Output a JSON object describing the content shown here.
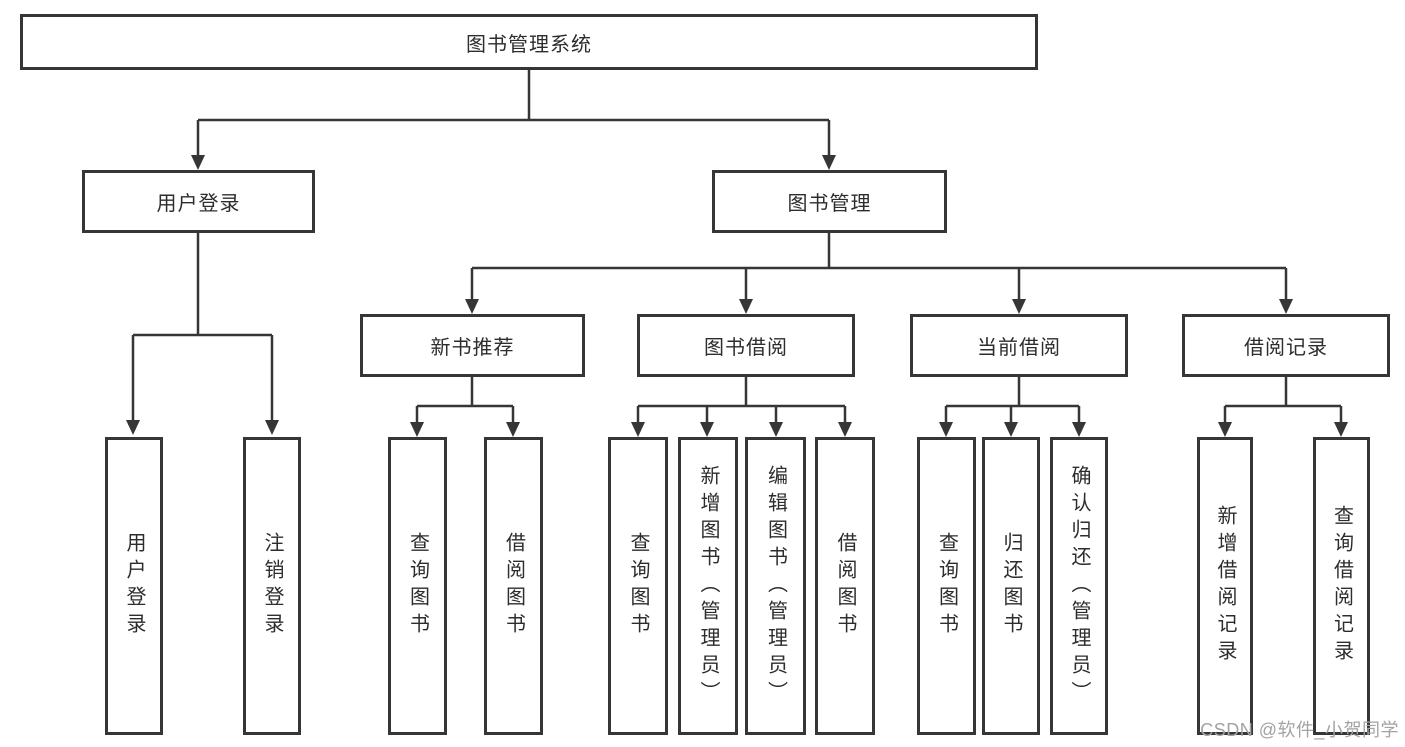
{
  "tree": {
    "root": "图书管理系统",
    "children": [
      {
        "label": "用户登录",
        "children": [
          "用户登录",
          "注销登录"
        ]
      },
      {
        "label": "图书管理",
        "children": [
          {
            "label": "新书推荐",
            "children": [
              "查询图书",
              "借阅图书"
            ]
          },
          {
            "label": "图书借阅",
            "children": [
              "查询图书",
              "新增图书（管理员）",
              "编辑图书（管理员）",
              "借阅图书"
            ]
          },
          {
            "label": "当前借阅",
            "children": [
              "查询图书",
              "归还图书",
              "确认归还（管理员）"
            ]
          },
          {
            "label": "借阅记录",
            "children": [
              "新增借阅记录",
              "查询借阅记录"
            ]
          }
        ]
      }
    ]
  },
  "watermark": {
    "text": "CSDN @软件_小贺同学"
  },
  "colors": {
    "line": "#363636",
    "box_border": "#363636",
    "box_fill": "#ffffff",
    "text": "#2d2d2d",
    "watermark": "#a3a3a3"
  }
}
